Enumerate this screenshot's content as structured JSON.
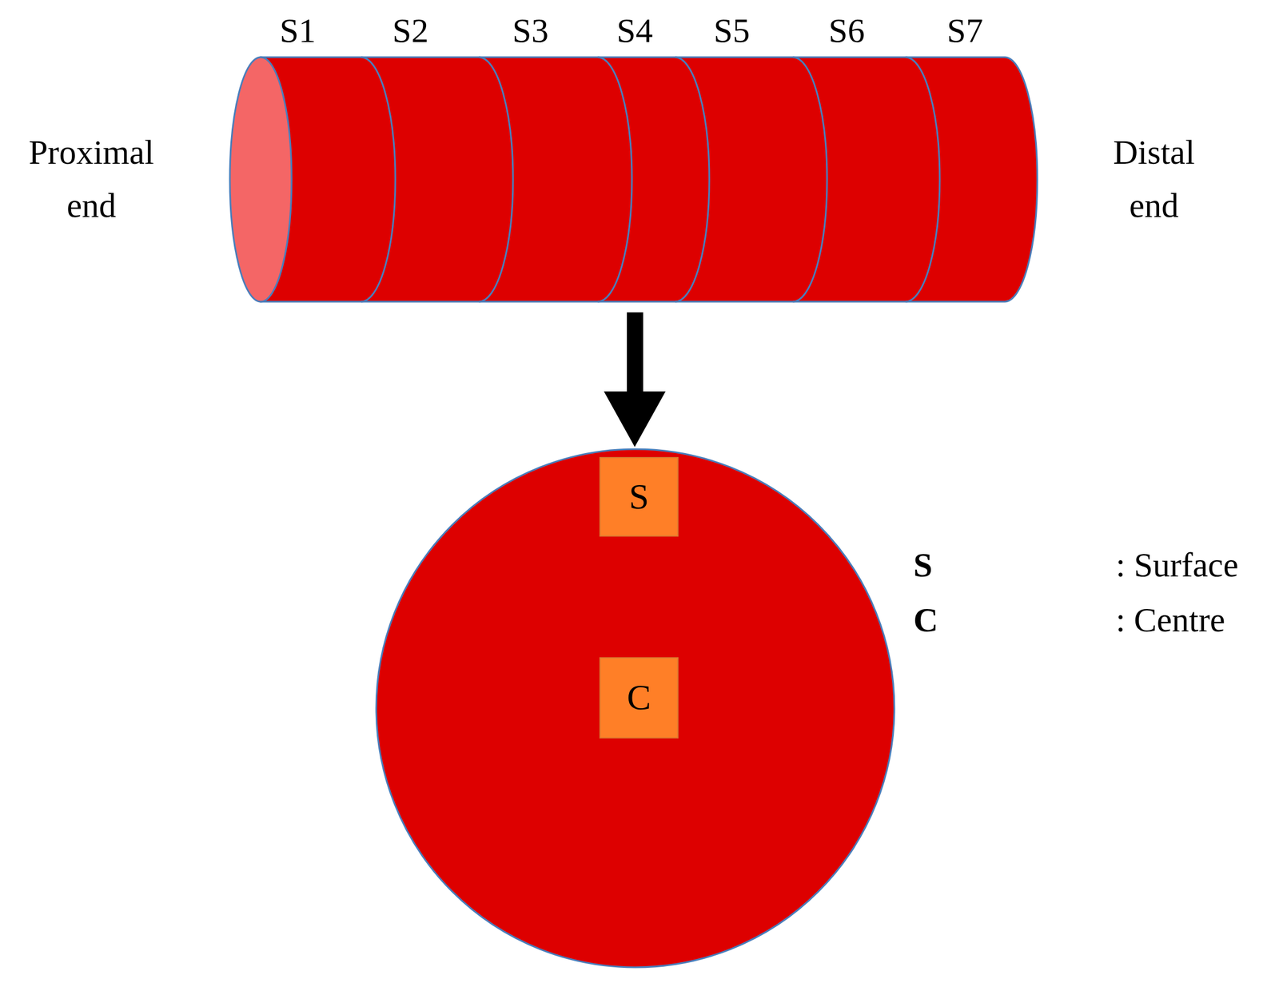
{
  "diagram": {
    "nodes": [
      {
        "text": [
          "S"
        ]
      },
      {
        "text": [
          "C"
        ]
      }
    ],
    "labels": [
      "S1",
      "S2",
      "S3",
      "S4",
      "S5",
      "S6",
      "S7",
      "Proximal end",
      "Distal end",
      "S",
      ": Surface",
      "C",
      ": Centre"
    ]
  }
}
